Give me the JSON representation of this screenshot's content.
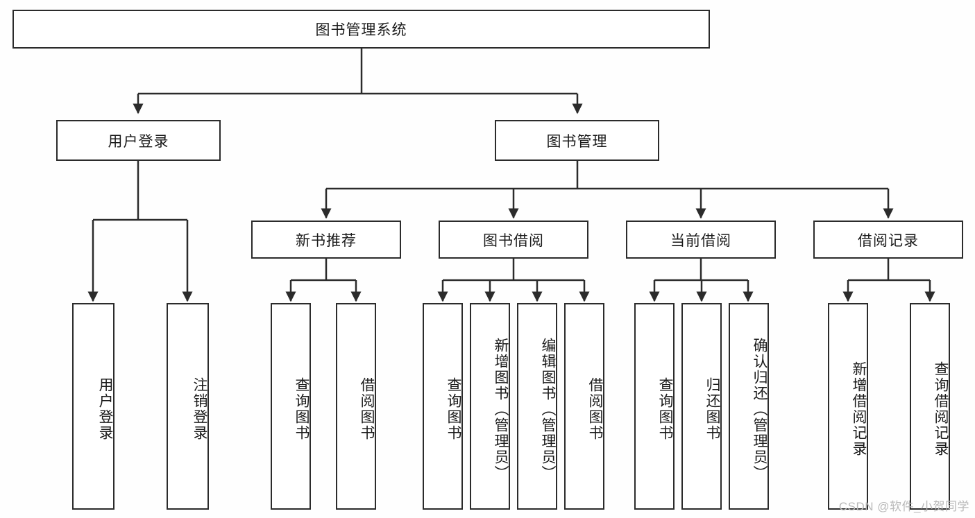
{
  "diagram": {
    "title": "图书管理系统",
    "root": {
      "label": "图书管理系统"
    },
    "level2": [
      {
        "label": "用户登录"
      },
      {
        "label": "图书管理"
      }
    ],
    "level3": [
      {
        "label": "新书推荐"
      },
      {
        "label": "图书借阅"
      },
      {
        "label": "当前借阅"
      },
      {
        "label": "借阅记录"
      }
    ],
    "leaves": {
      "user_login": [
        {
          "label": "用户登录"
        },
        {
          "label": "注销登录"
        }
      ],
      "new_book_recommend": [
        {
          "label": "查询图书"
        },
        {
          "label": "借阅图书"
        }
      ],
      "book_borrow": [
        {
          "label": "查询图书"
        },
        {
          "label": "新增图书（管理员）"
        },
        {
          "label": "编辑图书（管理员）"
        },
        {
          "label": "借阅图书"
        }
      ],
      "current_borrow": [
        {
          "label": "查询图书"
        },
        {
          "label": "归还图书"
        },
        {
          "label": "确认归还（管理员）"
        }
      ],
      "borrow_record": [
        {
          "label": "新增借阅记录"
        },
        {
          "label": "查询借阅记录"
        }
      ]
    }
  },
  "watermark": {
    "text": "CSDN @软件_小贺同学"
  },
  "colors": {
    "border": "#2b2b2b",
    "background": "#fefefe",
    "text": "#1a1a1a",
    "watermark": "#b9b9b9"
  }
}
